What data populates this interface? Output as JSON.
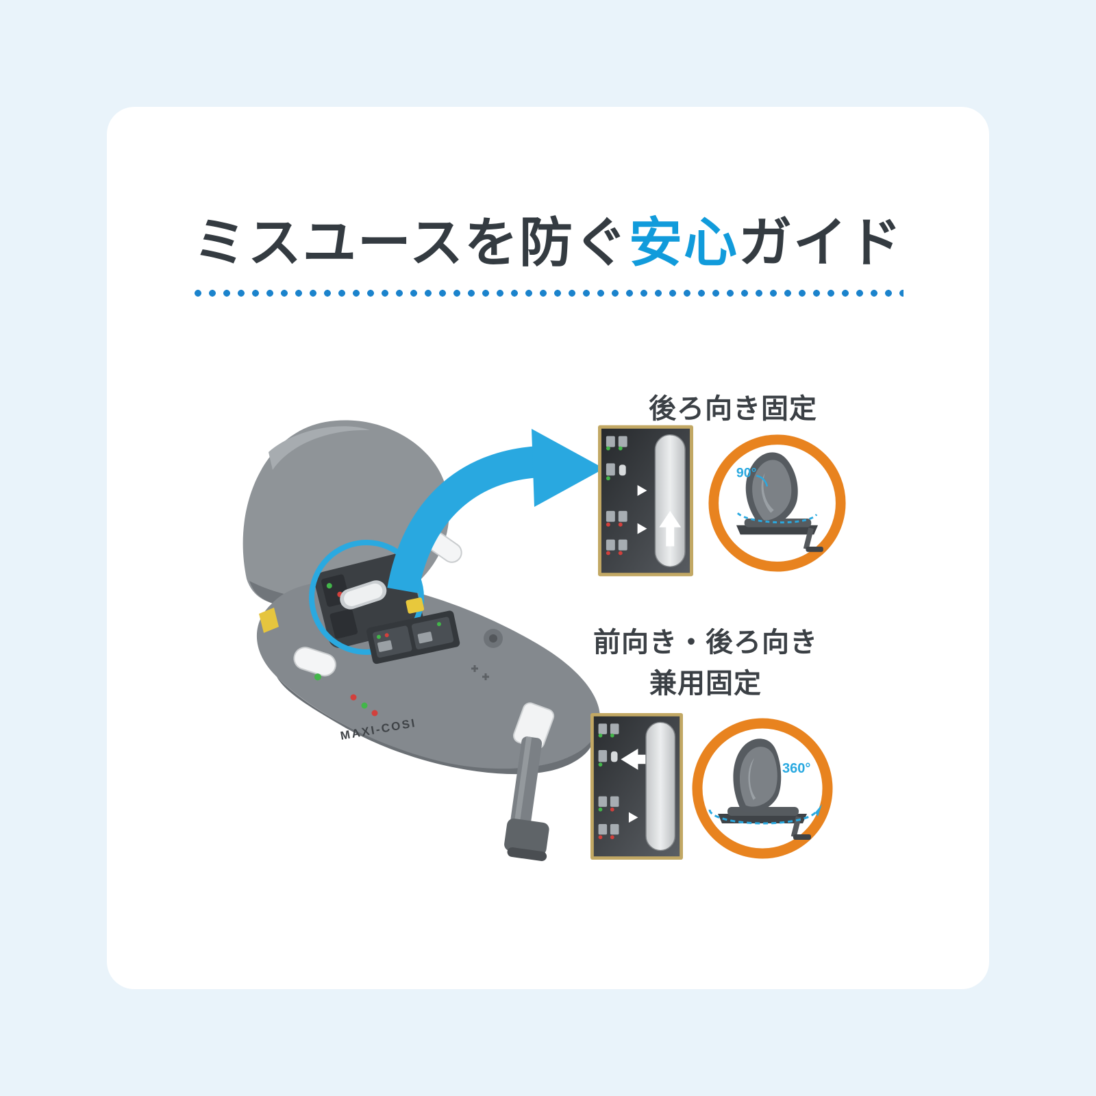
{
  "page": {
    "background_color": "#e9f3fa",
    "card_color": "#ffffff"
  },
  "title": {
    "text_before": "ミスユースを防ぐ",
    "text_highlight": "安心",
    "text_after": "ガイド",
    "text_color": "#343b41",
    "highlight_color": "#119bdb"
  },
  "divider": {
    "dot_color": "#1b83cc"
  },
  "illustration": {
    "brand": "MAXI-COSI",
    "highlight_ring_color": "#2aa9e0",
    "arrow_color": "#29a8e0"
  },
  "sections": [
    {
      "id": "rear-facing-lock",
      "label": "後ろ向き固定",
      "angle_label": "90°",
      "ring_color": "#e8831f"
    },
    {
      "id": "dual-direction-lock",
      "label_line1": "前向き・後ろ向き",
      "label_line2": "兼用固定",
      "angle_label": "360°",
      "ring_color": "#e8831f"
    }
  ]
}
